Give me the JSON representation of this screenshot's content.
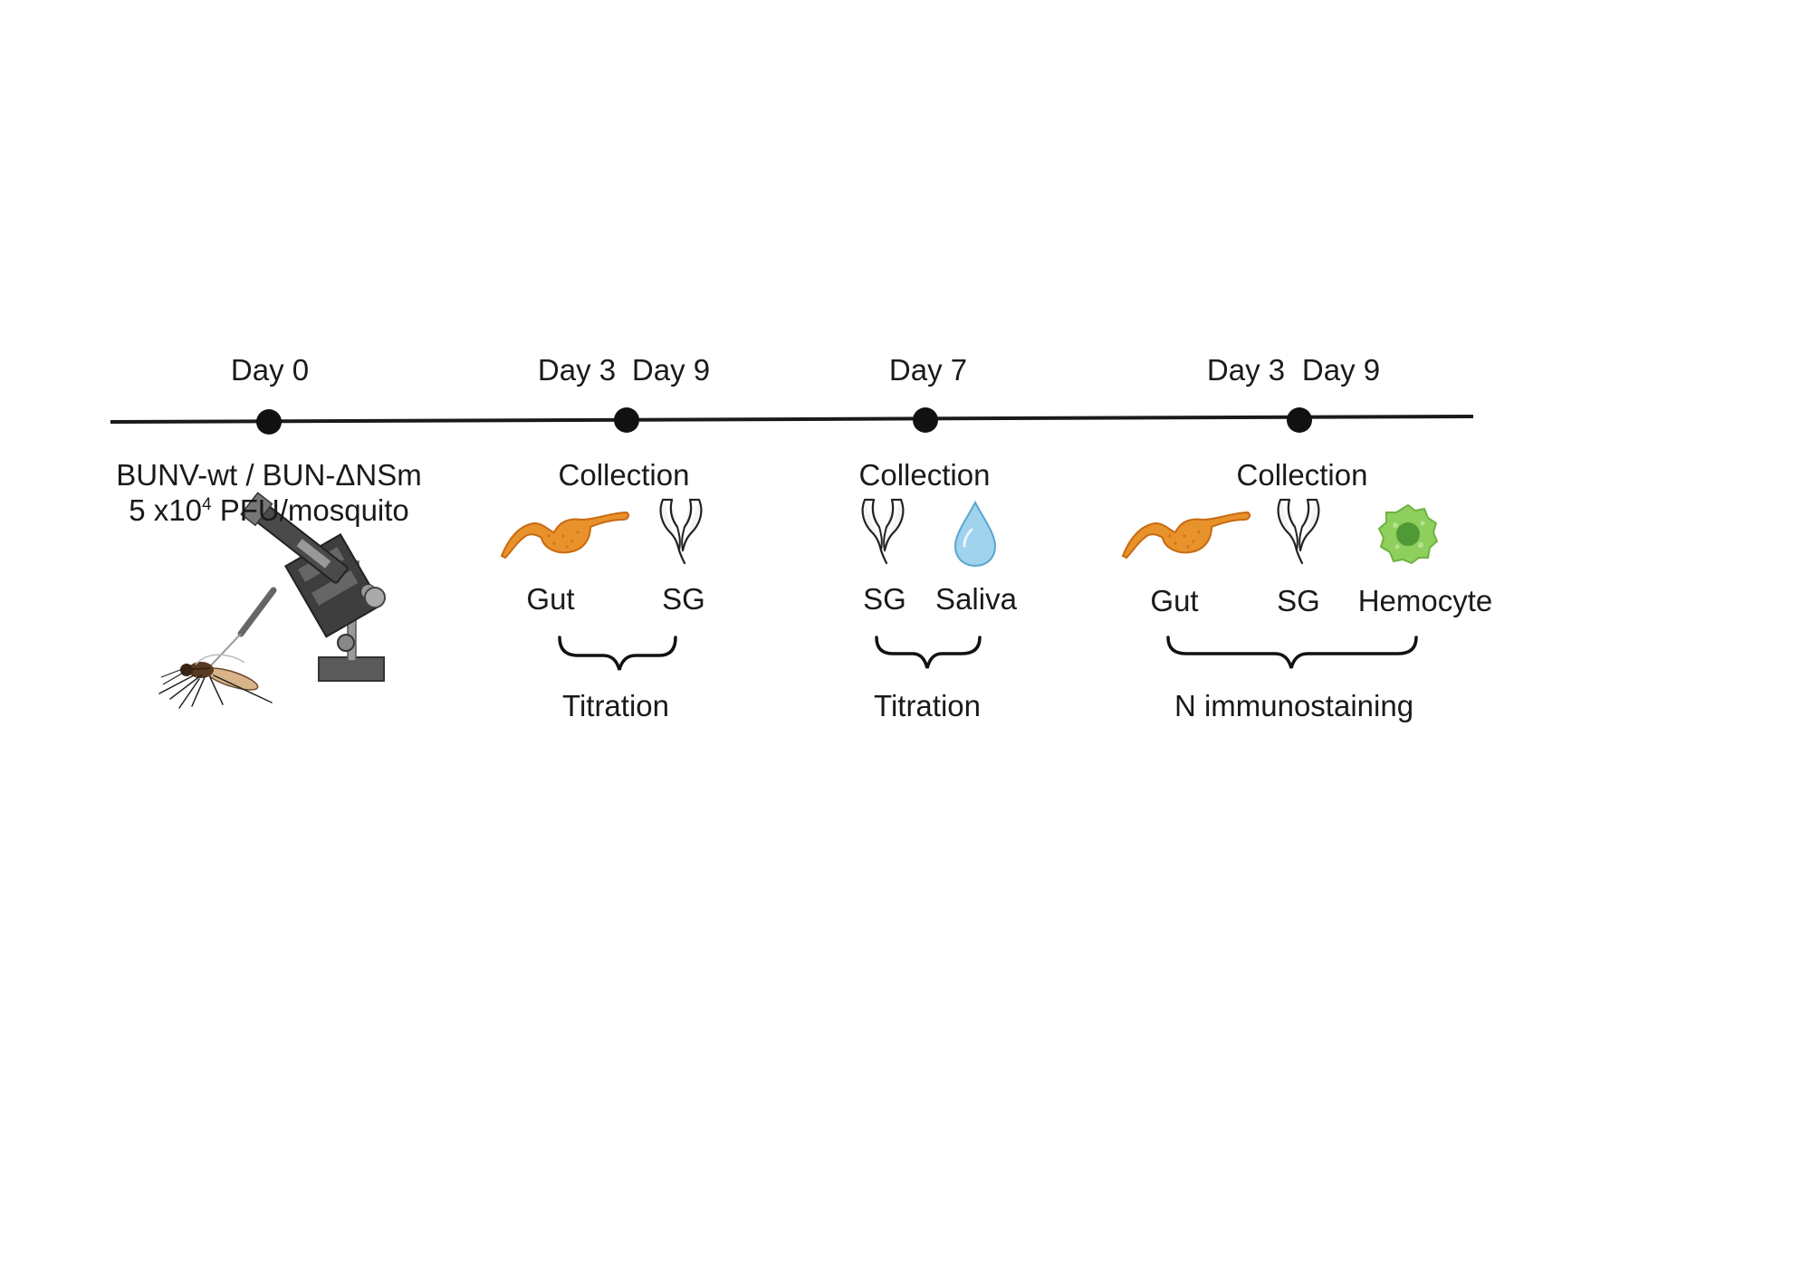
{
  "timeline": {
    "day0": {
      "label": "Day 0",
      "virus": "BUNV-wt / BUN-ΔNSm",
      "dose_prefix": "5 x10",
      "dose_exponent": "4",
      "dose_suffix": " PFU/mosquito",
      "illustration": [
        "mosquito",
        "microinjector"
      ]
    },
    "group1": {
      "day_a": "Day 3",
      "day_b": "Day 9",
      "collection": "Collection",
      "samples": [
        {
          "label": "Gut",
          "icon": "gut-icon"
        },
        {
          "label": "SG",
          "icon": "salivary-gland-icon"
        }
      ],
      "assay": "Titration"
    },
    "group2": {
      "day": "Day 7",
      "collection": "Collection",
      "samples": [
        {
          "label": "SG",
          "icon": "salivary-gland-icon"
        },
        {
          "label": "Saliva",
          "icon": "saliva-drop-icon"
        }
      ],
      "assay": "Titration"
    },
    "group3": {
      "day_a": "Day 3",
      "day_b": "Day 9",
      "collection": "Collection",
      "samples": [
        {
          "label": "Gut",
          "icon": "gut-icon"
        },
        {
          "label": "SG",
          "icon": "salivary-gland-icon"
        },
        {
          "label": "Hemocyte",
          "icon": "hemocyte-icon"
        }
      ],
      "assay": "N immunostaining"
    }
  },
  "colors": {
    "line": "#1a1a1a",
    "gut": "#e8922c",
    "gut_outline": "#c86a10",
    "saliva": "#9fd3ee",
    "hemocyte": "#8fcf5e",
    "hemocyte_nucleus": "#4f9a36",
    "instrument": "#555555"
  }
}
